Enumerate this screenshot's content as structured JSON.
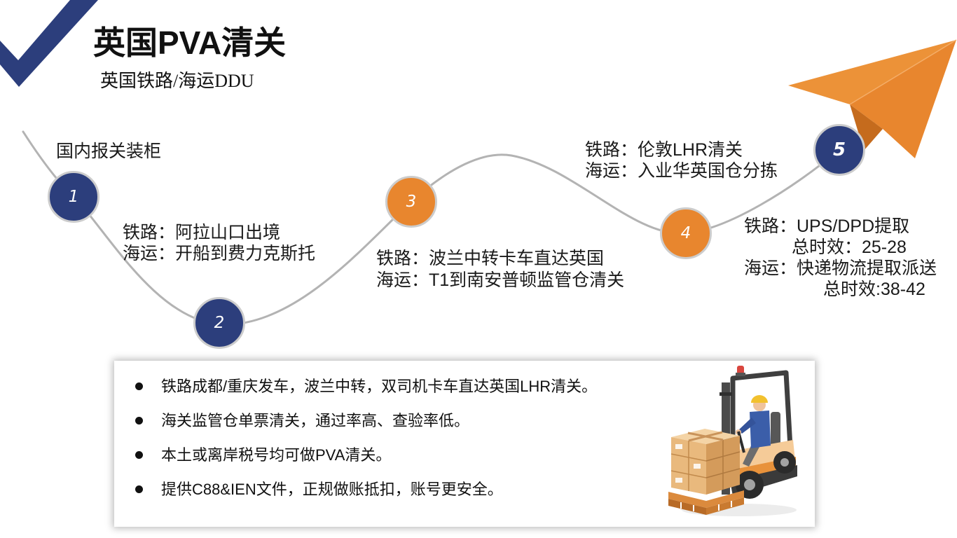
{
  "header": {
    "title": "英国PVA清关",
    "subtitle": "英国铁路/海运DDU"
  },
  "colors": {
    "navy": "#2c3e7c",
    "orange": "#e8862e",
    "route_line": "#b3b3b3",
    "circle_ring": "#cccccc",
    "text": "#1a1a1a"
  },
  "icons": {
    "corner_mark": "checkmark-icon",
    "route_end": "paper-plane-icon",
    "illustration": "forklift-illustration"
  },
  "steps": [
    {
      "number": "1",
      "color": "#2c3e7c",
      "lines": [
        "国内报关装柜"
      ]
    },
    {
      "number": "2",
      "color": "#2c3e7c",
      "lines": [
        "铁路：阿拉山口出境",
        "海运：开船到费力克斯托"
      ]
    },
    {
      "number": "3",
      "color": "#e8862e",
      "lines": [
        "铁路：波兰中转卡车直达英国",
        "海运：T1到南安普顿监管仓清关"
      ]
    },
    {
      "number": "4",
      "color": "#e8862e",
      "lines": [
        "铁路：伦敦LHR清关",
        "海运：入业华英国仓分拣"
      ]
    },
    {
      "number": "5",
      "color": "#2c3e7c",
      "lines": [
        "铁路：UPS/DPD提取",
        "总时效：25-28",
        "海运：快递物流提取派送",
        "总时效:38-42"
      ]
    }
  ],
  "highlights": [
    "铁路成都/重庆发车，波兰中转，双司机卡车直达英国LHR清关。",
    "海关监管仓单票清关，通过率高、查验率低。",
    "本土或离岸税号均可做PVA清关。",
    "提供C88&IEN文件，正规做账抵扣，账号更安全。"
  ]
}
